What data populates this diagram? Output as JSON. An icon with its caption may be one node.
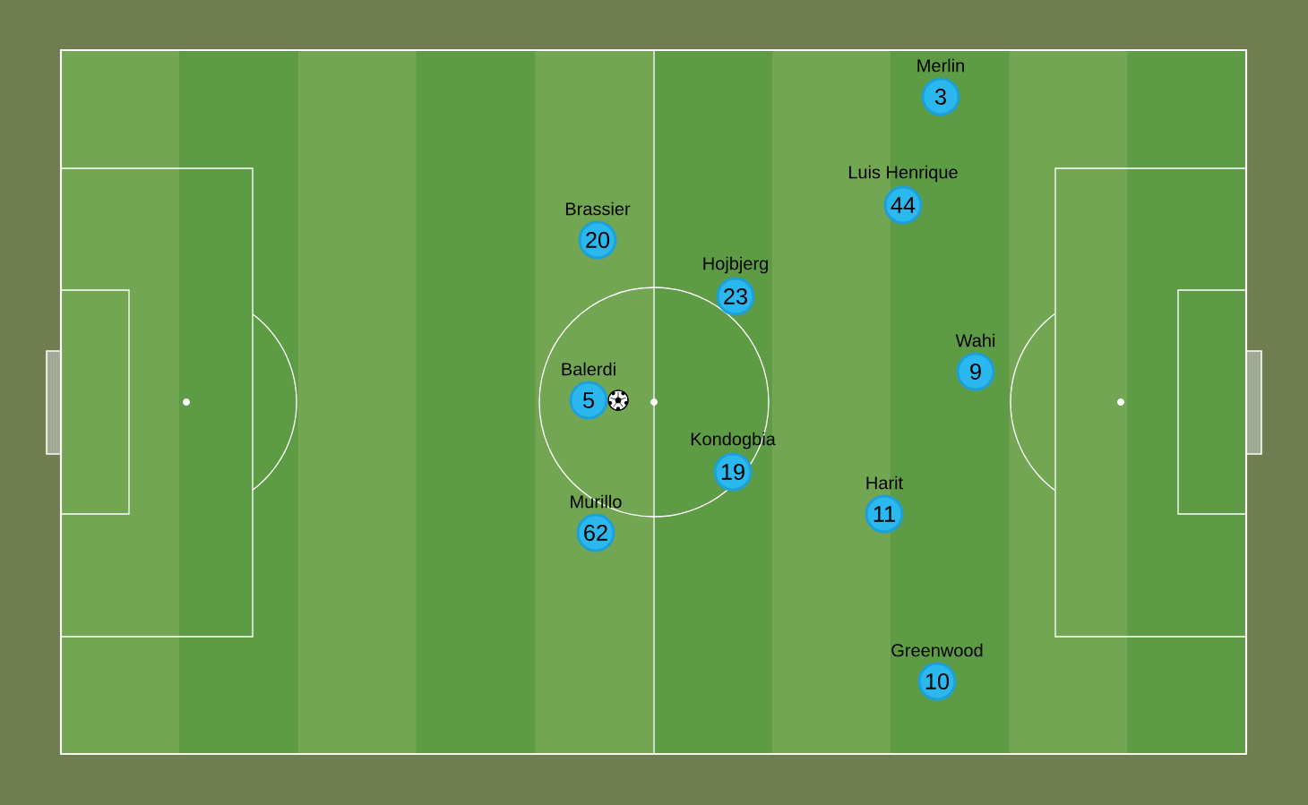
{
  "diagram": {
    "nodes": [
      {
        "text": [
          "Merlin",
          "3"
        ]
      },
      {
        "text": [
          "Luis Henrique",
          "44"
        ]
      },
      {
        "text": [
          "Brassier",
          "20"
        ]
      },
      {
        "text": [
          "Hojbjerg",
          "23"
        ]
      },
      {
        "text": [
          "Wahi",
          "9"
        ]
      },
      {
        "text": [
          "Balerdi",
          "5"
        ]
      },
      {
        "text": [
          "Kondogbia",
          "19"
        ]
      },
      {
        "text": [
          "Harit",
          "11"
        ]
      },
      {
        "text": [
          "Murillo",
          "62"
        ]
      },
      {
        "text": [
          "Greenwood",
          "10"
        ]
      }
    ]
  }
}
